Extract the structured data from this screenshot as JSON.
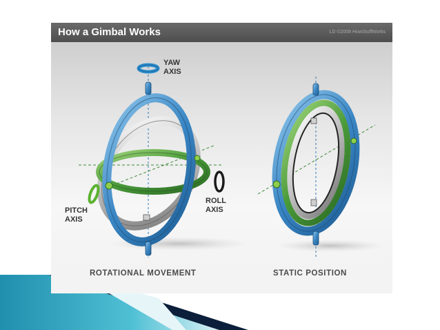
{
  "header": {
    "title": "How a Gimbal Works",
    "credit": "LD ©2008 HowStuffWorks"
  },
  "labels": {
    "yaw_axis": "YAW\nAXIS",
    "pitch_axis": "PITCH\nAXIS",
    "roll_axis": "ROLL\nAXIS"
  },
  "captions": {
    "left": "ROTATIONAL MOVEMENT",
    "right": "STATIC POSITION"
  },
  "colors": {
    "outer_ring": "#4a90c8",
    "middle_ring": "#4a9a3a",
    "inner_ring": "#bdbdbd",
    "axis_line_blue": "#2b78b8",
    "axis_line_green": "#3e8a3a",
    "header_bg": "#555555",
    "corner_teal": "#2aa6bd",
    "corner_dark": "#0b1f3a"
  }
}
